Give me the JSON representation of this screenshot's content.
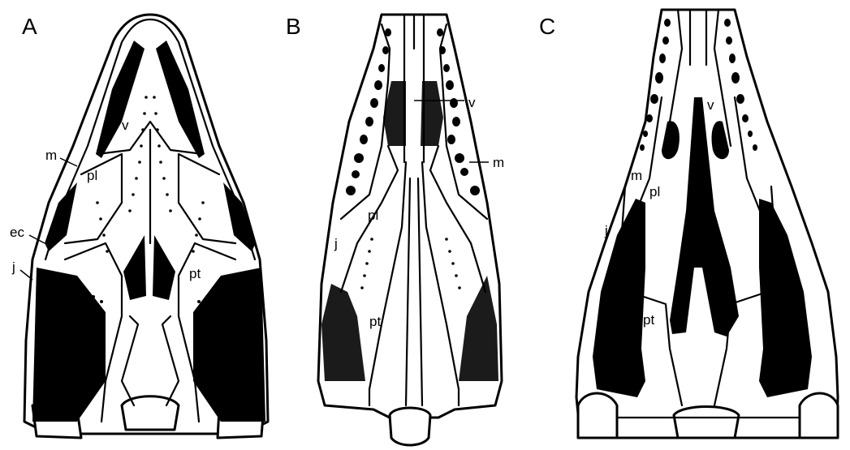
{
  "panels": [
    {
      "letter": "A",
      "labels": {
        "v": "v",
        "m": "m",
        "pl": "pl",
        "ec": "ec",
        "j": "j",
        "pt": "pt"
      }
    },
    {
      "letter": "B",
      "labels": {
        "v": "v",
        "m": "m",
        "pl": "pl",
        "j": "j",
        "pt": "pt"
      }
    },
    {
      "letter": "C",
      "labels": {
        "v": "v",
        "m": "m",
        "pl": "pl",
        "j": "j",
        "pt": "pt"
      }
    }
  ],
  "colors": {
    "ink": "#000000",
    "paper": "#ffffff",
    "shade": "#1b1b1b"
  }
}
